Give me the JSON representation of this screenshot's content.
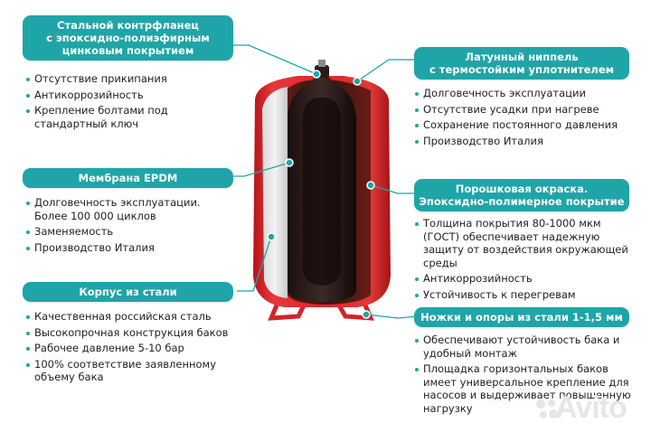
{
  "colors": {
    "accent": "#1fa5a8",
    "tank_red": "#d9262a",
    "membrane_dark": "#2a1512",
    "text": "#222222"
  },
  "callouts": {
    "flange": {
      "title": [
        "Стальной контрфланец",
        "с эпоксидно-полиэфирным",
        "цинковым покрытием"
      ],
      "bullets": [
        "Отсутствие прикипания",
        "Антикоррозийность",
        "Крепление болтами под стандартный ключ"
      ]
    },
    "nipple": {
      "title": [
        "Латунный ниппель",
        "с термостойким уплотнителем"
      ],
      "bullets": [
        "Долговечность эксплуатации",
        "Отсутствие усадки при нагреве",
        "Сохранение постоянного давления",
        "Производство Италия"
      ]
    },
    "membrane": {
      "title": [
        "Мембрана EPDM"
      ],
      "bullets": [
        "Долговечность эксплуатации. Более 100 000 циклов",
        "Заменяемость",
        "Производство Италия"
      ]
    },
    "coating": {
      "title": [
        "Порошковая окраска.",
        "Эпоксидно-полимерное покрытие"
      ],
      "bullets": [
        "Толщина покрытия 80-1000 мкм (ГОСТ) обеспечивает надежную защиту от воздействия окружающей среды",
        "Антикоррозийность",
        "Устойчивость к перегревам"
      ]
    },
    "body": {
      "title": [
        "Корпус из стали"
      ],
      "bullets": [
        "Качественная российская сталь",
        "Высокопрочная конструкция баков",
        "Рабочее давление 5-10 бар",
        "100% соответствие заявленному объему бака"
      ]
    },
    "legs": {
      "title": [
        "Ножки и опоры из стали 1-1,5 мм"
      ],
      "bullets": [
        "Обеспечивают устойчивость бака и удобный монтаж",
        "Площадка горизонтальных баков имеет универсальное крепление для насосов и выдерживает повышенную нагрузку"
      ]
    }
  },
  "watermark": {
    "text": "Avito",
    "icon": "avito-dots-icon"
  }
}
